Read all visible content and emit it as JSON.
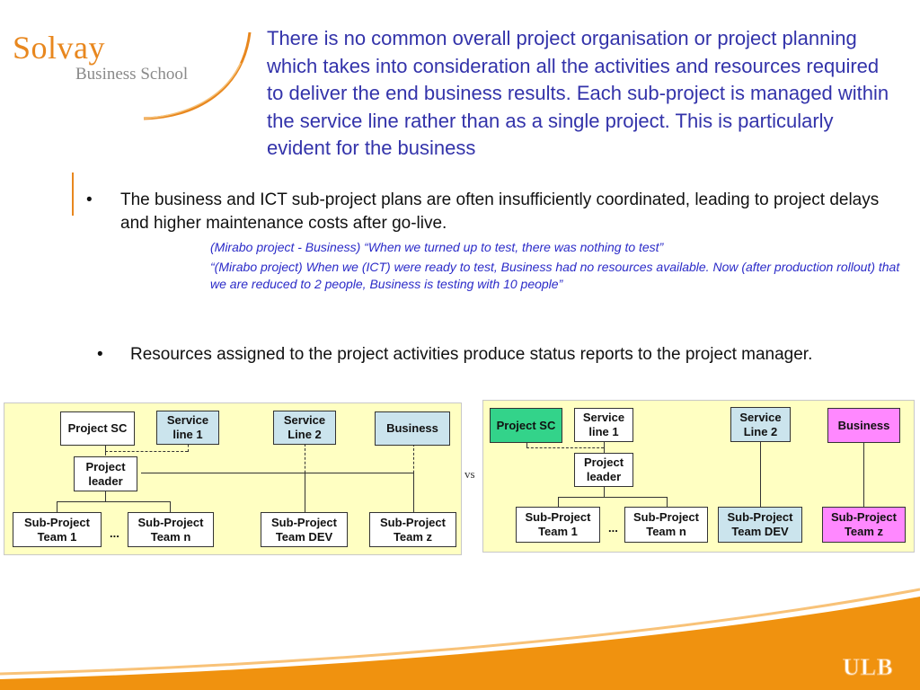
{
  "logo": {
    "name": "Solvay",
    "subtitle": "Business School"
  },
  "headline": "There is no common overall project organisation or project planning which takes into consideration all the activities and resources required to deliver the end business results. Each sub-project is managed within the service line rather than as a single project. This is particularly evident for the business",
  "bullets": [
    {
      "text": "The business and ICT sub-project plans are often insufficiently coordinated, leading to project delays and higher maintenance costs after go-live.",
      "quotes": [
        "(Mirabo project - Business) “When we turned up to test, there was nothing to test”",
        "“(Mirabo project) When we (ICT) were ready to test, Business had no resources available. Now (after production rollout) that we are reduced to 2 people, Business is testing with 10 people”"
      ]
    },
    {
      "text": "Resources assigned to the project activities produce status reports to the project manager."
    }
  ],
  "bullet_symbol": "•",
  "vs": "vs",
  "ellipsis": "...",
  "diagram_left": {
    "project_sc": "Project SC",
    "service_line_1": "Service line 1",
    "service_line_2": "Service Line 2",
    "business": "Business",
    "project_leader": "Project leader",
    "team_1": "Sub-Project Team 1",
    "team_n": "Sub-Project Team n",
    "team_dev": "Sub-Project Team DEV",
    "team_z": "Sub-Project Team z"
  },
  "diagram_right": {
    "project_sc": "Project SC",
    "service_line_1": "Service line 1",
    "service_line_2": "Service Line 2",
    "business": "Business",
    "project_leader": "Project leader",
    "team_1": "Sub-Project Team 1",
    "team_n": "Sub-Project Team n",
    "team_dev": "Sub-Project Team DEV",
    "team_z": "Sub-Project Team z"
  },
  "footer_logo": "ULB",
  "colors": {
    "brand_orange": "#e8871e",
    "headline_blue": "#3333aa",
    "quote_blue": "#2b2bc8",
    "panel_yellow": "#ffffc2",
    "box_blue": "#cbe4ed",
    "box_green": "#33d38a",
    "box_magenta": "#ff88ff"
  }
}
